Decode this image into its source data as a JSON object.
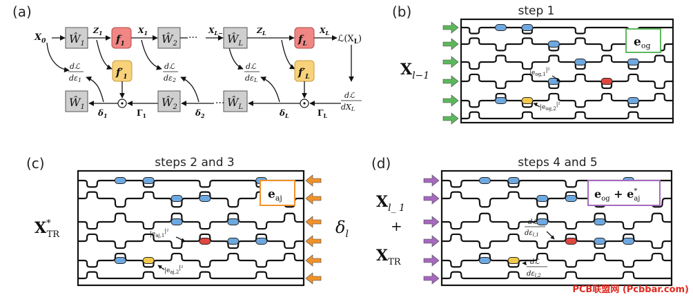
{
  "panels": {
    "a": {
      "label": "(a)"
    },
    "b": {
      "label": "(b)",
      "title": "step 1",
      "box_main": "e",
      "box_sub": "og",
      "side_main": "X",
      "side_sub": "l−1",
      "ann1_main": "|e",
      "ann1_sub": "og,1",
      "ann1_sup": "|²",
      "ann2_main": "|e",
      "ann2_sub": "og,2",
      "ann2_sup": "|²"
    },
    "c": {
      "label": "(c)",
      "title": "steps 2 and 3",
      "box_main": "e",
      "box_sub": "aj",
      "side_main": "X",
      "side_sup": "*",
      "side_sub": "TR",
      "right_symbol": "δ",
      "right_sub": "l",
      "ann1_main": "|e",
      "ann1_sub": "aj,1",
      "ann1_sup": "|²",
      "ann2_main": "|e",
      "ann2_sub": "aj,2",
      "ann2_sup": "|²"
    },
    "d": {
      "label": "(d)",
      "title": "steps 4 and 5",
      "box_text": "e",
      "box_sub1": "og",
      "box_plus": " + e",
      "box_sub2": "aj",
      "box_sup2": "*",
      "side1_main": "X",
      "side1_sub": "l_ 1",
      "side_plus": "+",
      "side2_main": "X",
      "side2_sub": "TR",
      "ann1_num": "dℒ",
      "ann1_den": "dε",
      "ann1_sub": "l,1",
      "ann2_num": "dℒ",
      "ann2_den": "dε",
      "ann2_sub": "l,2"
    }
  },
  "flow": {
    "x0": "X",
    "x0_sub": "0",
    "w1": "Ŵ",
    "w1_sub": "1",
    "w2": "Ŵ",
    "w2_sub": "2",
    "wl": "Ŵ",
    "wl_sub": "L",
    "z1": "Z",
    "z1_sub": "1",
    "f1": "f",
    "f1_sub": "1",
    "x1": "X",
    "x1_sub": "1",
    "dots": "···",
    "xlm1": "X",
    "xlm1_sub": "L−1",
    "zl": "Z",
    "zl_sub": "L",
    "fl": "f",
    "fl_sub": "L",
    "xl": "X",
    "xl_sub": "L",
    "loss": "ℒ(X",
    "loss_sub": "L",
    "loss_end": ")",
    "fp1": "f′",
    "fp1_sub": "1",
    "fpl": "f′",
    "fpl_sub": "L",
    "de1_num": "dℒ",
    "de1_den": "dε",
    "de1_sub": "1",
    "de2_num": "dℒ",
    "de2_den": "dε",
    "de2_sub": "2",
    "del_num": "dℒ",
    "del_den": "dε",
    "del_sub": "L",
    "dx_num": "dℒ",
    "dx_den": "dX",
    "dx_sub": "L",
    "delta1": "δ",
    "delta1_sub": "1",
    "gamma1": "Γ",
    "gamma1_sub": "1",
    "delta2": "δ",
    "delta2_sub": "2",
    "deltal": "δ",
    "deltal_sub": "L",
    "gammal": "Γ",
    "gammal_sub": "L",
    "odot": "⊙"
  },
  "watermark": "PCB联盟网 (Pcbbar.com)",
  "colors": {
    "green": "#5cb85c",
    "orange": "#f0922b",
    "purple": "#a569bd",
    "phase_blue": "#6ea8e0",
    "red": "#e0473f",
    "yellow": "#f2c94c"
  }
}
